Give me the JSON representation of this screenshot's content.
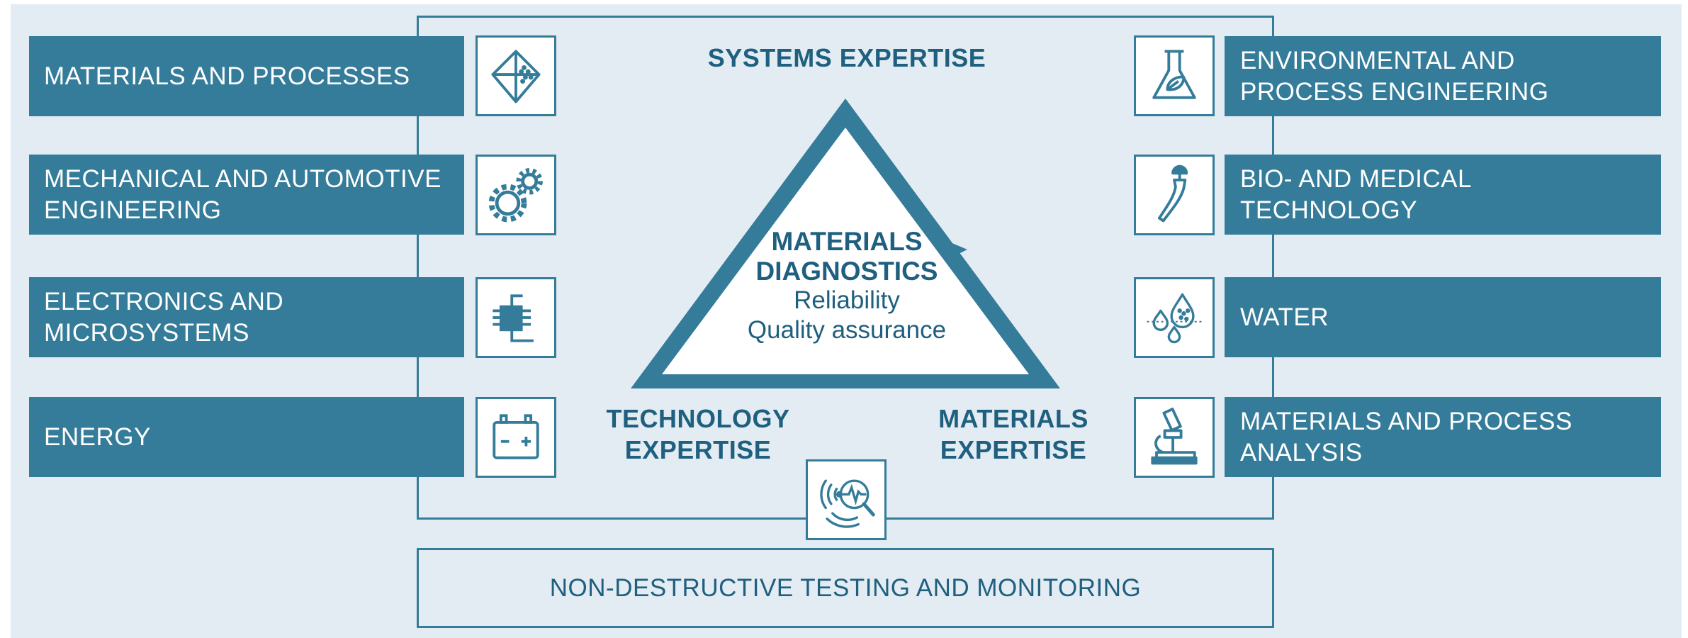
{
  "left_fields": [
    {
      "lines": [
        "MATERIALS AND PROCESSES"
      ],
      "icon": "crystal-icon"
    },
    {
      "lines": [
        "MECHANICAL AND AUTOMOTIVE",
        "ENGINEERING"
      ],
      "icon": "gears-icon"
    },
    {
      "lines": [
        "ELECTRONICS AND",
        "MICROSYSTEMS"
      ],
      "icon": "circuit-icon"
    },
    {
      "lines": [
        "ENERGY"
      ],
      "icon": "battery-icon"
    }
  ],
  "right_fields": [
    {
      "lines": [
        "ENVIRONMENTAL AND",
        "PROCESS ENGINEERING"
      ],
      "icon": "flask-leaf-icon"
    },
    {
      "lines": [
        "BIO- AND MEDICAL",
        "TECHNOLOGY"
      ],
      "icon": "hip-implant-icon"
    },
    {
      "lines": [
        "WATER"
      ],
      "icon": "water-drops-icon"
    },
    {
      "lines": [
        "MATERIALS AND PROCESS",
        "ANALYSIS"
      ],
      "icon": "microscope-icon"
    }
  ],
  "expertise": {
    "systems": "SYSTEMS EXPERTISE",
    "technology": [
      "TECHNOLOGY",
      "EXPERTISE"
    ],
    "materials": [
      "MATERIALS",
      "EXPERTISE"
    ]
  },
  "center": {
    "title": [
      "MATERIALS",
      "DIAGNOSTICS"
    ],
    "subtitle": [
      "Reliability",
      "Quality assurance"
    ]
  },
  "ndt": {
    "label": "NON-DESTRUCTIVE TESTING AND MONITORING",
    "icon": "sensor-inspection-icon"
  },
  "colors": {
    "accent": "#347c99",
    "text": "#1f5f7f",
    "background": "#e3ecf2"
  }
}
